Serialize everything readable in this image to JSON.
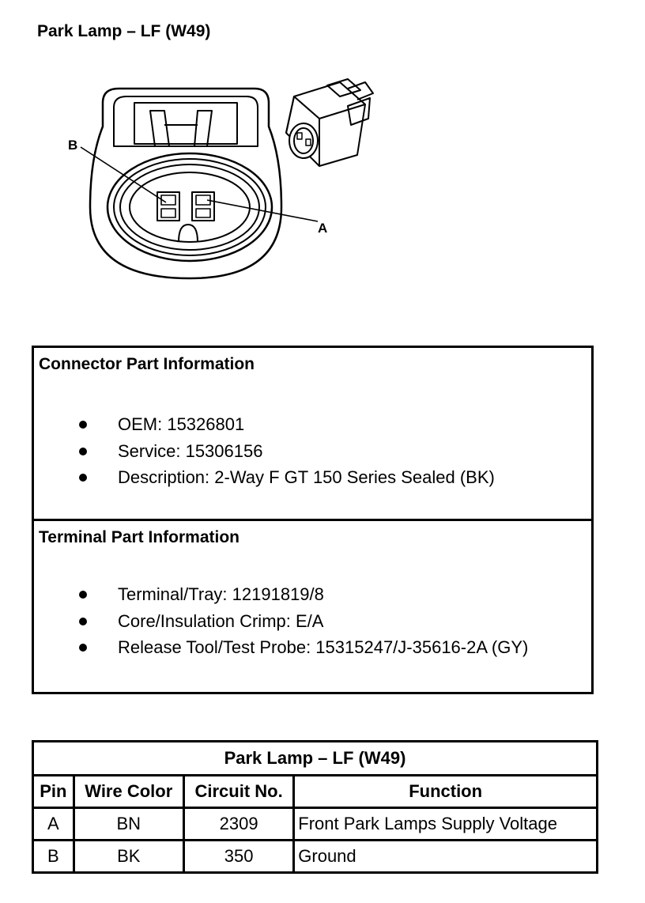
{
  "page_title": "Park Lamp – LF (W49)",
  "diagram": {
    "pin_labels": {
      "b": "B",
      "a": "A"
    }
  },
  "connector_info": {
    "heading": "Connector Part Information",
    "items": [
      "OEM: 15326801",
      "Service: 15306156",
      "Description: 2-Way F GT 150 Series Sealed (BK)"
    ]
  },
  "terminal_info": {
    "heading": "Terminal Part Information",
    "items": [
      "Terminal/Tray: 12191819/8",
      "Core/Insulation Crimp: E/A",
      "Release Tool/Test Probe: 15315247/J-35616-2A (GY)"
    ]
  },
  "pin_table": {
    "caption": "Park Lamp – LF (W49)",
    "headers": [
      "Pin",
      "Wire Color",
      "Circuit No.",
      "Function"
    ],
    "rows": [
      [
        "A",
        "BN",
        "2309",
        "Front Park Lamps Supply Voltage"
      ],
      [
        "B",
        "BK",
        "350",
        "Ground"
      ]
    ]
  }
}
